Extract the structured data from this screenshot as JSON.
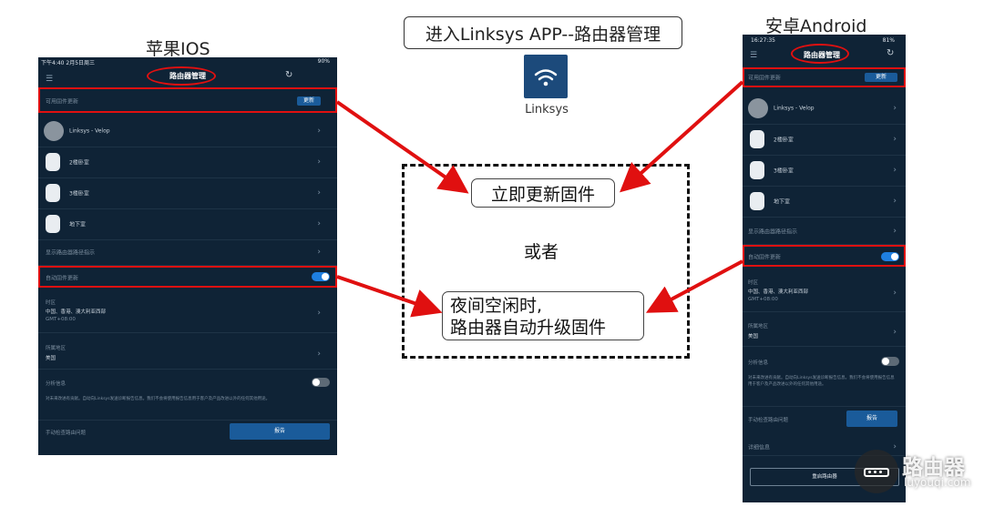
{
  "ios_label": "苹果IOS",
  "android_label": "安卓Android",
  "title": "进入Linksys APP--路由器管理",
  "app": {
    "name": "Linksys"
  },
  "callouts": {
    "update_now": "立即更新固件",
    "or": "或者",
    "night_line1": "夜间空闲时,",
    "night_line2": "路由器自动升级固件"
  },
  "ios": {
    "status_left": "下午4:40  2月5日周三",
    "status_right": "90%",
    "header_title": "路由器管理",
    "update_label": "可用固件更新",
    "update_button": "更新",
    "devices": [
      "Linksys - Velop",
      "2楼卧室",
      "3楼卧室",
      "地下室"
    ],
    "show_label": "显示路由器路径指示",
    "auto_label": "自动固件更新",
    "tz_section": "时区",
    "tz_value": "中国、香港、澳大利亚西部",
    "tz_offset": "GMT+08:00",
    "region_section": "所属地区",
    "region_value": "美国",
    "stats_label": "分析信息",
    "stats_desc": "对未来改进有贡献。自动向Linksys发送诊断报告信息。我们不会将使用报告信息用于客户及产品改进以外的任何其他用途。",
    "manual_label": "手动检查路由问题",
    "report_button": "报告"
  },
  "android": {
    "status_left": "16:27:35",
    "status_right": "81%",
    "header_title": "路由器管理",
    "update_label": "可用固件更新",
    "update_button": "更新",
    "devices": [
      "Linksys - Velop",
      "2楼卧室",
      "3楼卧室",
      "地下室"
    ],
    "show_label": "显示路由器路径指示",
    "auto_label": "自动固件更新",
    "tz_section": "时区",
    "tz_value": "中国、香港、澳大利亚西部",
    "tz_offset": "GMT+08:00",
    "region_section": "所属地区",
    "region_value": "美国",
    "stats_label": "分析信息",
    "stats_desc": "对未来改进有贡献。自动向Linksys发送诊断报告信息。我们不会将使用报告信息用于客户及产品改进以外的任何其他用途。",
    "manual_label": "手动检查路由问题",
    "report_button": "报告",
    "detail_label": "详细信息",
    "restart_button": "重启路由器"
  },
  "watermark": {
    "name": "路由器",
    "url": "luyouqi.com"
  },
  "colors": {
    "phone_bg": "#0f2336",
    "highlight": "#e01010",
    "button": "#1a5b9a",
    "toggle_on": "#1e7fe0"
  }
}
